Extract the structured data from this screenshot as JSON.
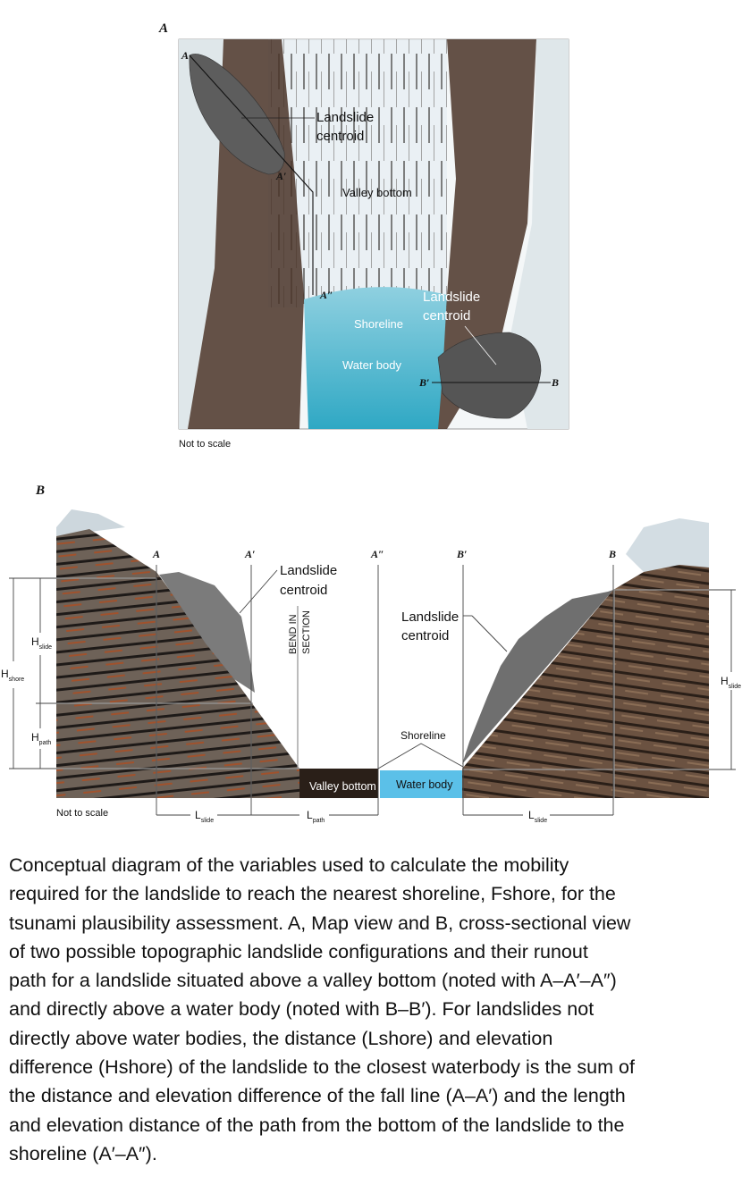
{
  "panel_a": {
    "letter": "A",
    "point_a": "A",
    "point_a_prime": "A′",
    "point_a_dprime": "A″",
    "point_b": "B",
    "point_b_prime": "B′",
    "centroid_1": [
      "Landslide",
      "centroid"
    ],
    "valley_bottom": "Valley bottom",
    "centroid_2": [
      "Landslide",
      "centroid"
    ],
    "shoreline": "Shoreline",
    "water_body": "Water body",
    "note": "Not to scale"
  },
  "panel_b": {
    "letter": "B",
    "point_a": "A",
    "point_a_prime": "A′",
    "point_a_dprime": "A″",
    "point_b_prime": "B′",
    "point_b": "B",
    "centroid_1": [
      "Landslide",
      "centroid"
    ],
    "centroid_2": [
      "Landslide",
      "centroid"
    ],
    "bend": [
      "BEND IN",
      "SECTION"
    ],
    "shoreline": "Shoreline",
    "valley_bottom": "Valley bottom",
    "water_body": "Water body",
    "note": "Not to scale",
    "h_shore": {
      "main": "H",
      "sub": "shore"
    },
    "h_slide_left": {
      "main": "H",
      "sub": "slide"
    },
    "h_path": {
      "main": "H",
      "sub": "path"
    },
    "h_slide_right": {
      "main": "H",
      "sub": "slide"
    },
    "l_slide_left": {
      "main": "L",
      "sub": "slide"
    },
    "l_path": {
      "main": "L",
      "sub": "path"
    },
    "l_slide_right": {
      "main": "L",
      "sub": "slide"
    }
  },
  "colors": {
    "ground": "#5a4030",
    "water": "#5bc0e8",
    "rock": "#7a7a7a",
    "snow": "#dde8ee"
  },
  "caption": [
    "Conceptual diagram of the variables used to calculate the mobility",
    "required for the landslide to reach the nearest shoreline, Fshore, for the",
    "tsunami plausibility assessment. A, Map view and B, cross-sectional view",
    "of two possible topographic landslide configurations and their runout",
    "path for a landslide situated above a valley bottom (noted with A–A′–A″)",
    "and directly above a water body (noted with B–B′). For landslides not",
    "directly above water bodies, the distance (Lshore) and elevation",
    "difference (Hshore) of the landslide to the closest waterbody is the sum of",
    "the distance and elevation difference of the fall line (A–A′) and the length",
    "and elevation distance of the path from the bottom of the landslide to the",
    "shoreline (A′–A″)."
  ]
}
